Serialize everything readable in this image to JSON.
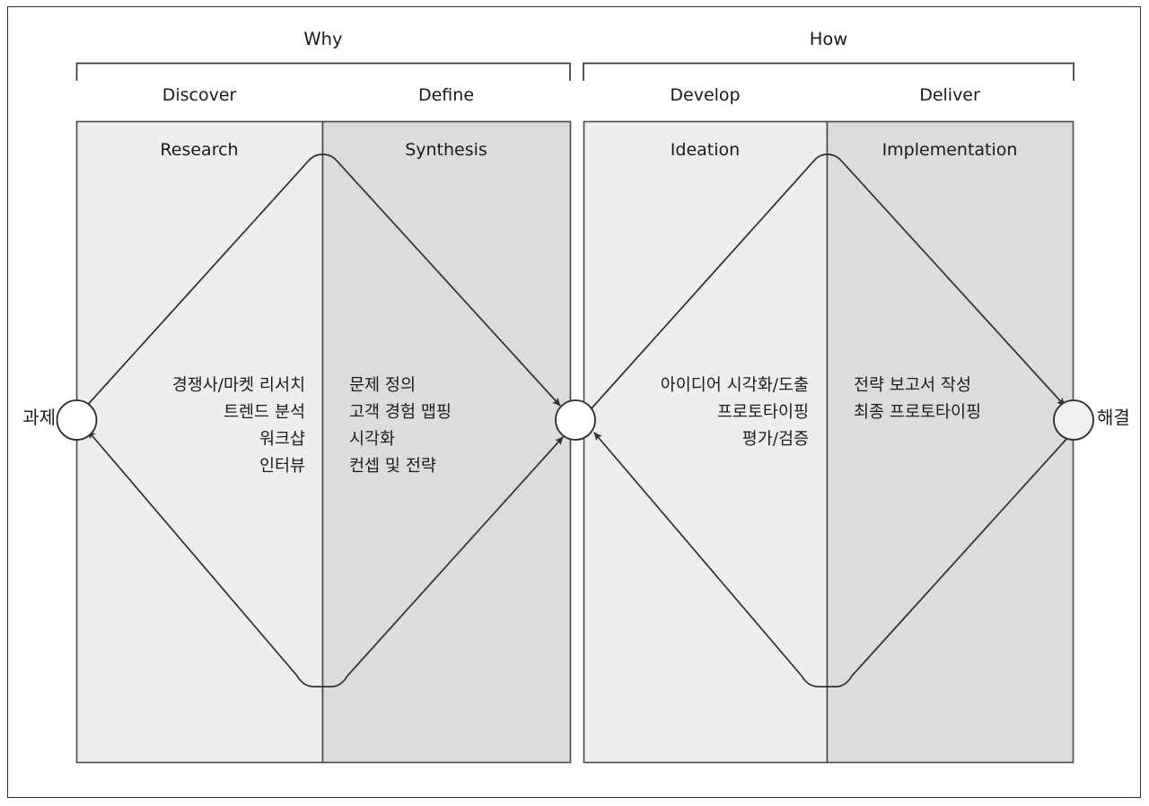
{
  "diagram": {
    "title_hidden": "",
    "colors": {
      "panel_light": "#eeeeee",
      "panel_dark": "#dcdcdc",
      "stroke": "#3a3a3a",
      "frame": "#2b2b2b",
      "arrow_fill": "#3a302c",
      "text": "#1a1a1a",
      "background": "#ffffff"
    },
    "groups": [
      {
        "id": "why",
        "label": "Why"
      },
      {
        "id": "how",
        "label": "How"
      }
    ],
    "phases": [
      {
        "id": "discover",
        "label": "Discover"
      },
      {
        "id": "define",
        "label": "Define"
      },
      {
        "id": "develop",
        "label": "Develop"
      },
      {
        "id": "deliver",
        "label": "Deliver"
      }
    ],
    "stages": [
      {
        "id": "research",
        "label": "Research"
      },
      {
        "id": "synthesis",
        "label": "Synthesis"
      },
      {
        "id": "ideation",
        "label": "Ideation"
      },
      {
        "id": "implementation",
        "label": "Implementation"
      }
    ],
    "activities": {
      "research": [
        "경쟁사/마켓 리서치",
        "트렌드 분석",
        "워크샵",
        "인터뷰"
      ],
      "synthesis": [
        "문제 정의",
        "고객 경험 맵핑",
        "시각화",
        "컨셉 및 전략"
      ],
      "ideation": [
        "아이디어 시각화/도출",
        "프로토타이핑",
        "평가/검증"
      ],
      "implementation": [
        "전략 보고서 작성",
        "최종 프로토타이핑"
      ]
    },
    "endpoints": [
      {
        "id": "start",
        "label": "과제",
        "position": "left"
      },
      {
        "id": "middle",
        "label": "",
        "position": "center"
      },
      {
        "id": "end",
        "label": "해결",
        "position": "right"
      }
    ]
  }
}
